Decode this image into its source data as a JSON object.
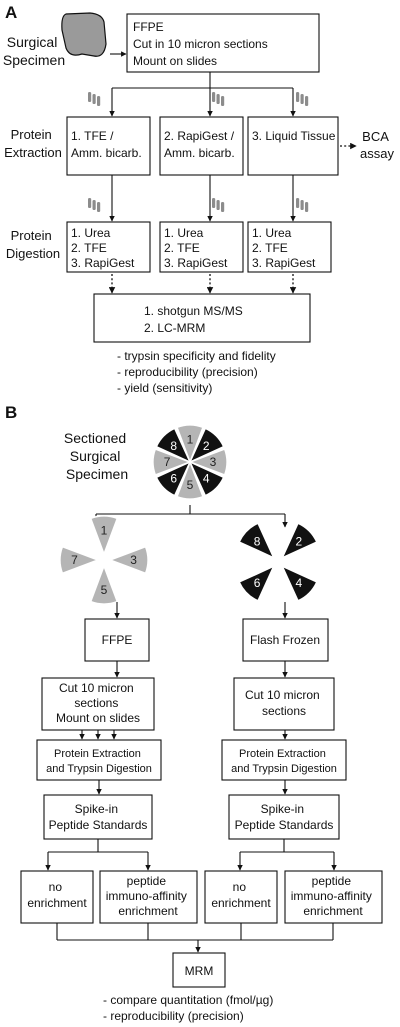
{
  "panelA": {
    "label": "A",
    "specimen": [
      "Surgical",
      "Specimen"
    ],
    "ffpe_box": [
      "FFPE",
      "Cut in 10 micron sections",
      "Mount on slides"
    ],
    "row_extraction": [
      "Protein",
      "Extraction"
    ],
    "row_digestion": [
      "Protein",
      "Digestion"
    ],
    "extraction_methods": [
      [
        "1. TFE /",
        "Amm. bicarb."
      ],
      [
        "2. RapiGest /",
        "Amm. bicarb."
      ],
      [
        "3. Liquid Tissue"
      ]
    ],
    "bca": [
      "BCA",
      "assay"
    ],
    "digestion_methods": [
      "1. Urea",
      "2. TFE",
      "3. RapiGest"
    ],
    "analysis_box": [
      "1. shotgun MS/MS",
      "2. LC-MRM"
    ],
    "notes": [
      "- trypsin specificity and fidelity",
      "- reproducibility (precision)",
      "- yield (sensitivity)"
    ]
  },
  "panelB": {
    "label": "B",
    "specimen": [
      "Sectioned",
      "Surgical",
      "Specimen"
    ],
    "wedges_full": [
      "1",
      "2",
      "3",
      "4",
      "5",
      "6",
      "7",
      "8"
    ],
    "wedges_gray": [
      "1",
      "3",
      "5",
      "7"
    ],
    "wedges_black": [
      "2",
      "4",
      "6",
      "8"
    ],
    "colors": {
      "gray_wedge": "#b5b5b5",
      "black_wedge": "#111111"
    },
    "left": {
      "preserve": "FFPE",
      "cut": [
        "Cut 10 micron",
        "sections",
        "Mount on slides"
      ],
      "extract": [
        "Protein Extraction",
        "and Trypsin Digestion"
      ],
      "spike": [
        "Spike-in",
        "Peptide Standards"
      ]
    },
    "right": {
      "preserve": "Flash Frozen",
      "cut": [
        "Cut 10 micron",
        "sections"
      ],
      "extract": [
        "Protein Extraction",
        "and Trypsin Digestion"
      ],
      "spike": [
        "Spike-in",
        "Peptide Standards"
      ]
    },
    "enrich_none": [
      "no",
      "enrichment"
    ],
    "enrich_peptide": [
      "peptide",
      "immuno-affinity",
      "enrichment"
    ],
    "final": "MRM",
    "notes": [
      "- compare quantitation (fmol/µg)",
      "- reproducibility (precision)"
    ]
  }
}
